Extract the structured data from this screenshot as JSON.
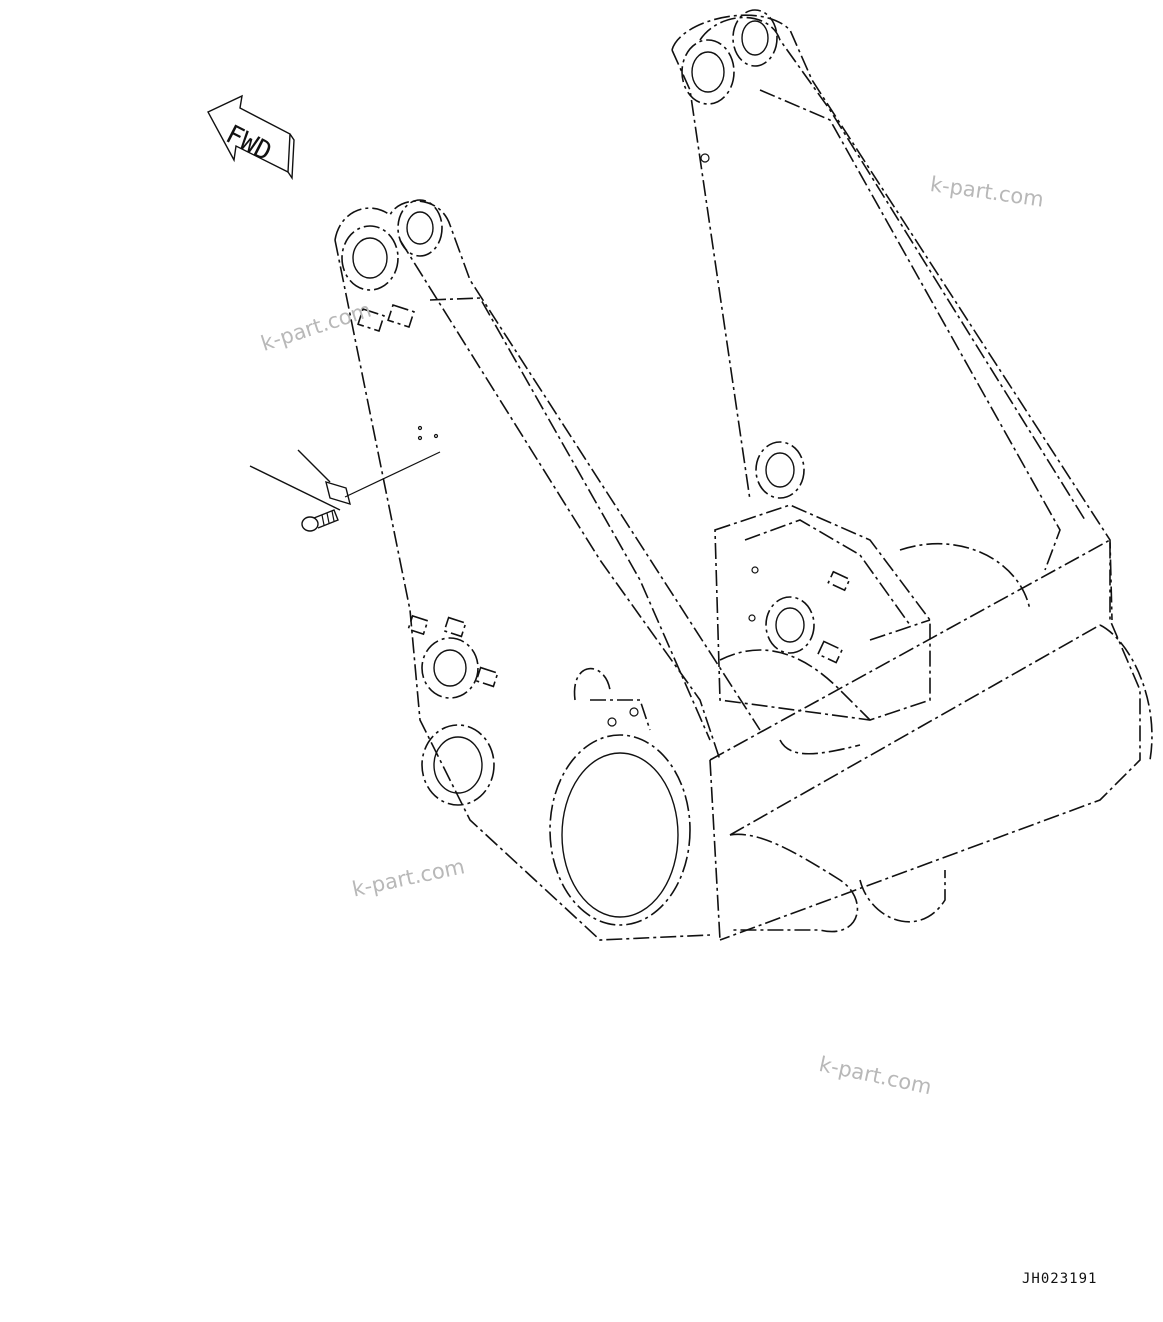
{
  "direction_label": "FWD",
  "watermark_text": "k-part.com",
  "drawing_code": "JH023191",
  "colors": {
    "line": "#111111",
    "watermark": "#b8b8b8",
    "background": "#ffffff"
  }
}
